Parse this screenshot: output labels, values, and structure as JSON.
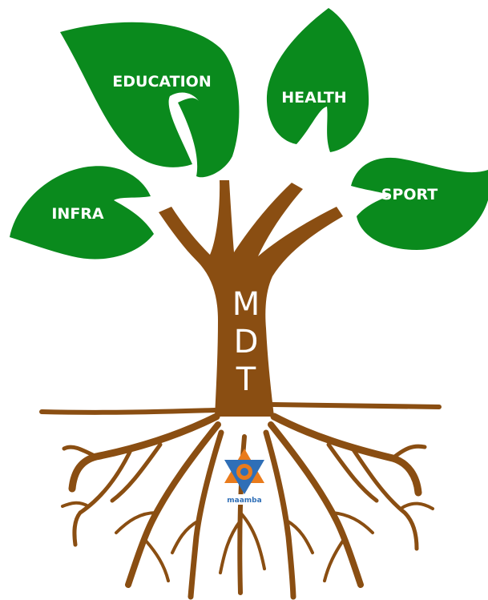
{
  "leaves": [
    {
      "id": "education",
      "label": "EDUCATION"
    },
    {
      "id": "health",
      "label": "HEALTH"
    },
    {
      "id": "infra",
      "label": "INFRA"
    },
    {
      "id": "sport",
      "label": "SPORT"
    }
  ],
  "trunk": {
    "letters": [
      "M",
      "D",
      "T"
    ]
  },
  "logo": {
    "brand_text": "maamba"
  },
  "colors": {
    "leaf": "#0a8a1d",
    "trunk": "#8a4e12",
    "label": "#ffffff",
    "logo_orange": "#e97b1c",
    "logo_blue": "#2f6fb7"
  }
}
